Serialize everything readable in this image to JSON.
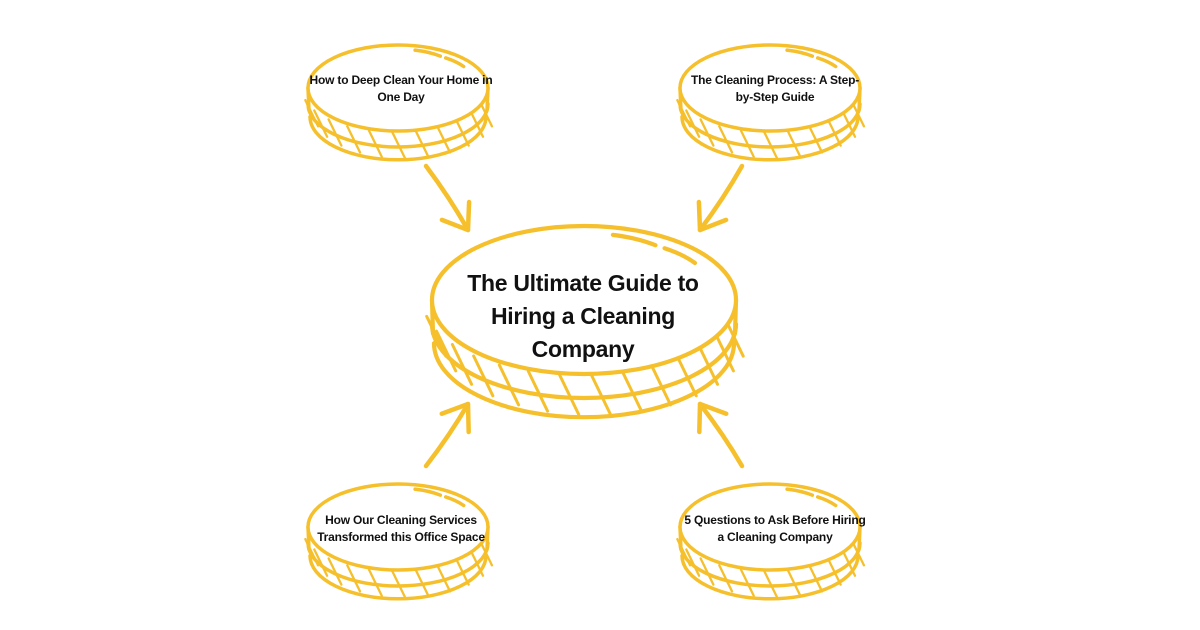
{
  "center_topic": "The Ultimate Guide to Hiring a Cleaning Company",
  "subtopics": {
    "top_left": "How to Deep Clean Your Home in One Day",
    "top_right": "The Cleaning Process: A Step-by-Step Guide",
    "bottom_left": "How Our Cleaning Services Transformed this Office Space",
    "bottom_right": "5 Questions to Ask Before Hiring a Cleaning Company"
  },
  "colors": {
    "accent": "#F5C02C",
    "text": "#111111",
    "background": "#FFFFFF"
  },
  "icons": {
    "node_shape": "hand-drawn-coin-ellipse",
    "connector": "hand-drawn-arrow"
  }
}
